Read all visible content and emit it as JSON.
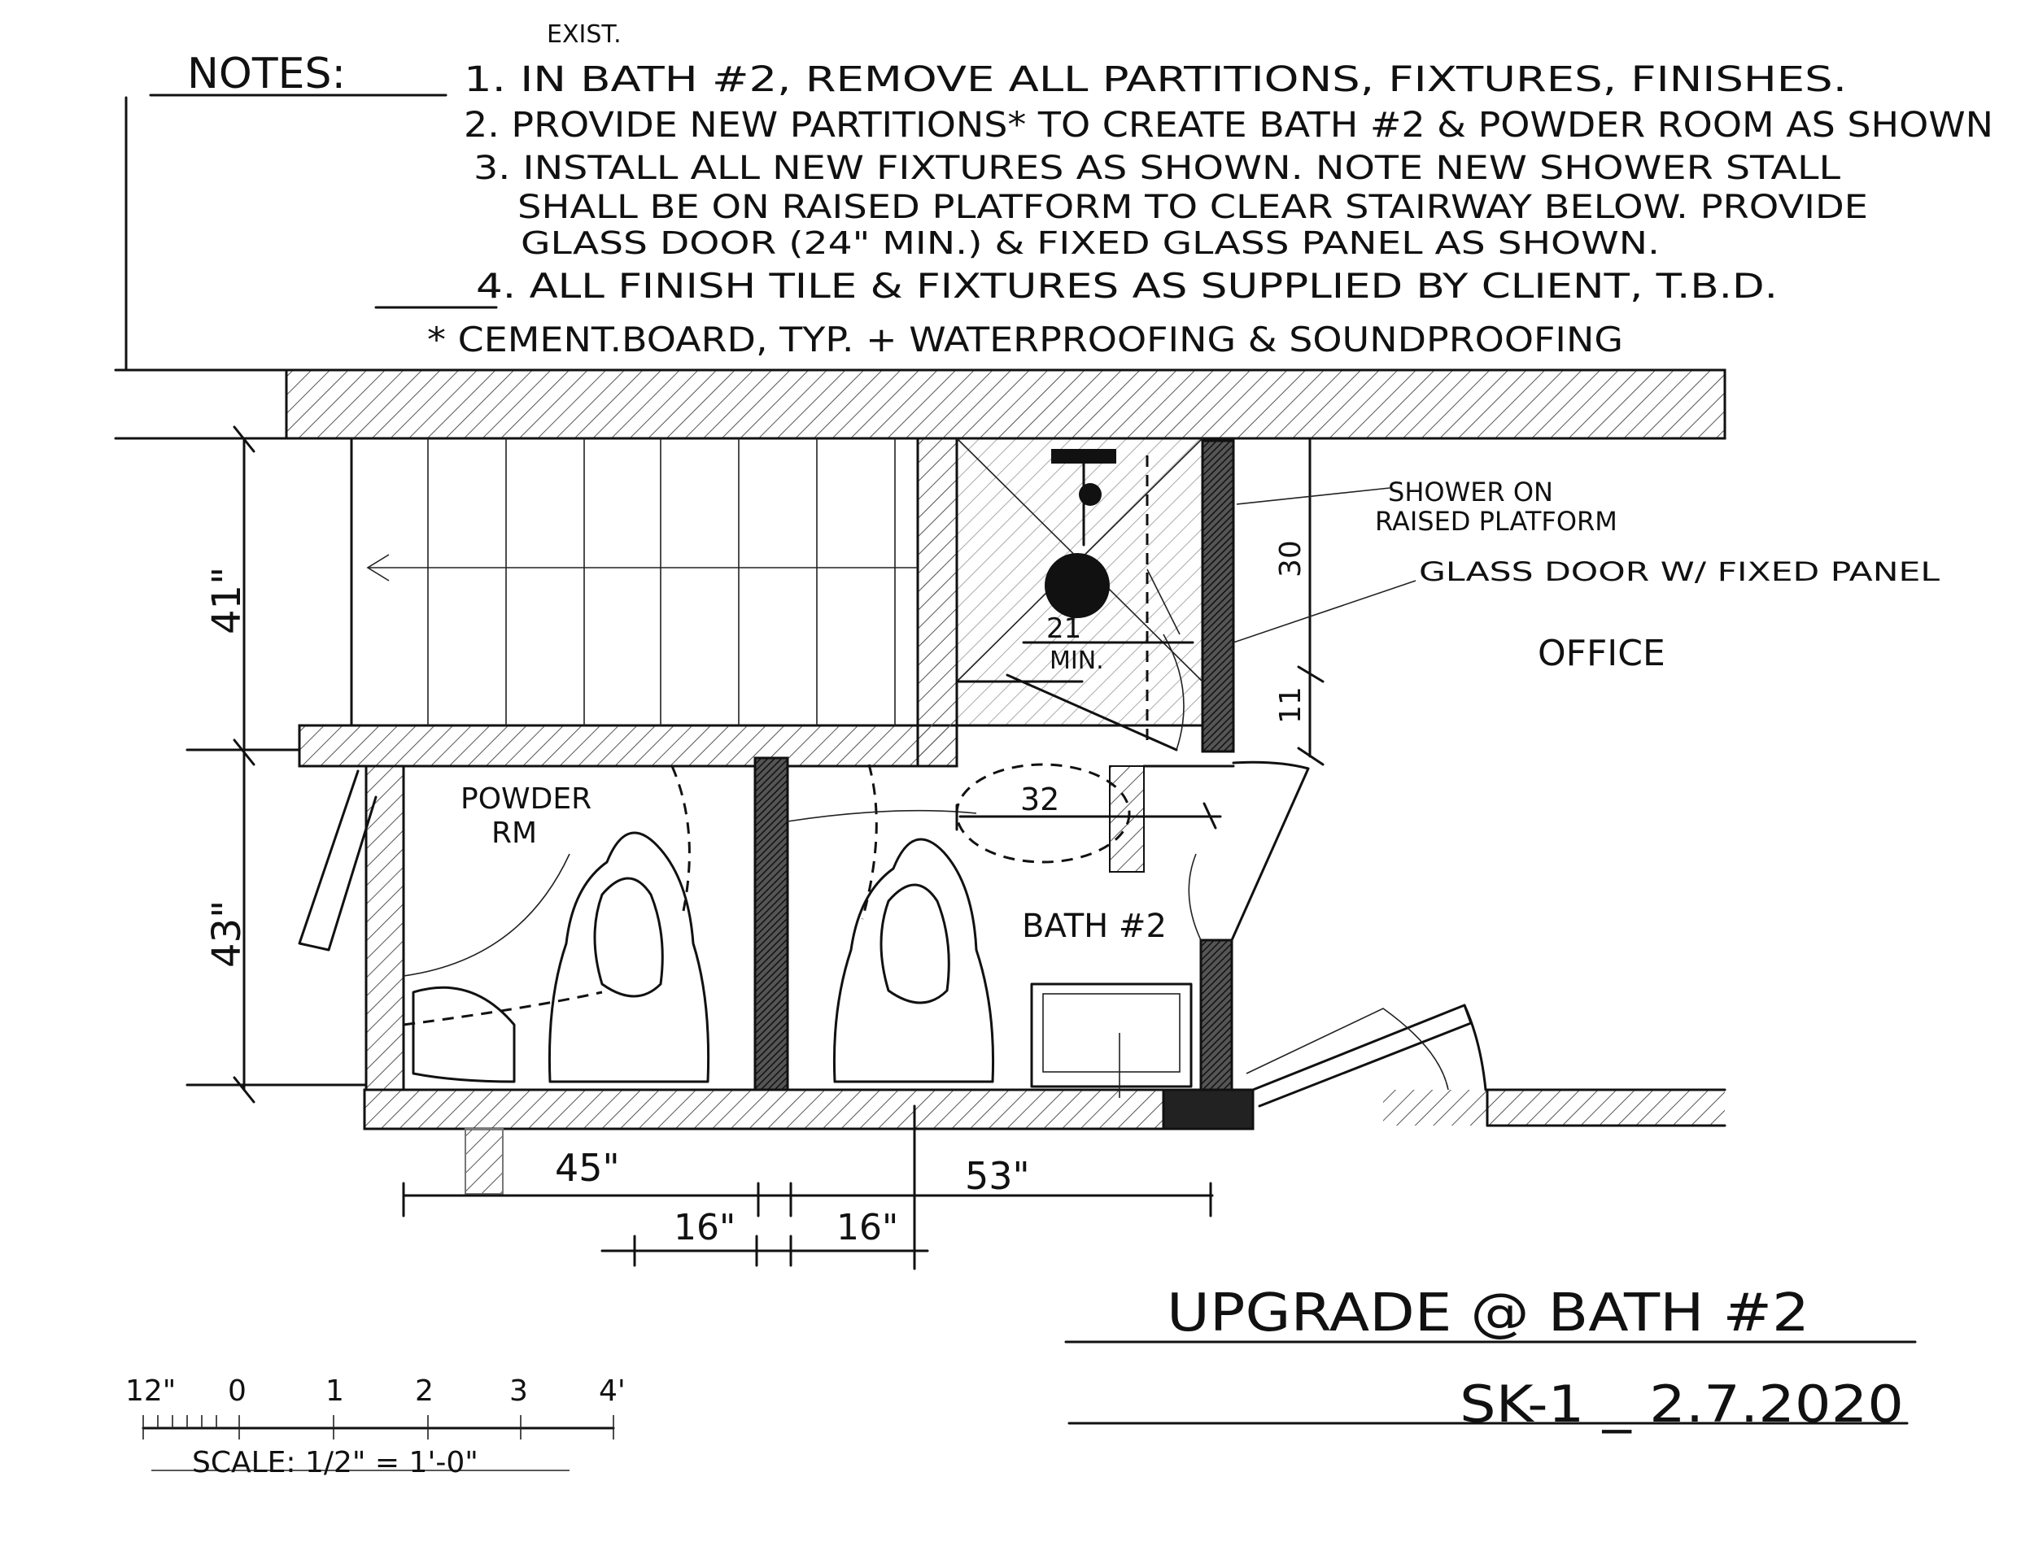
{
  "notes": {
    "heading": "NOTES:",
    "lines": [
      "1. IN BATH #2, REMOVE ALL PARTITIONS, FIXTURES, FINISHES.",
      "2. PROVIDE NEW PARTITIONS* TO CREATE BATH #2 & POWDER ROOM AS SHOWN",
      "3. INSTALL ALL NEW FIXTURES AS SHOWN. NOTE NEW SHOWER STALL",
      "SHALL BE ON RAISED PLATFORM TO CLEAR STAIRWAY BELOW. PROVIDE",
      "GLASS DOOR (24\" MIN.) & FIXED GLASS PANEL AS SHOWN.",
      "4. ALL FINISH TILE & FIXTURES AS SUPPLIED BY CLIENT, T.B.D."
    ],
    "insert": "EXIST.",
    "footnote": "* CEMENT.BOARD, TYP. + WATERPROOFING & SOUNDPROOFING"
  },
  "rooms": {
    "powder": [
      "POWDER",
      "RM"
    ],
    "bath": "BATH #2",
    "office": "OFFICE"
  },
  "callouts": {
    "shower": [
      "SHOWER ON",
      "RAISED PLATFORM"
    ],
    "glass": "GLASS DOOR W/ FIXED PANEL"
  },
  "dims": {
    "d41": "41\"",
    "d43": "43\"",
    "d30": "30",
    "d11": "11",
    "d21": "21",
    "dmin": "MIN.",
    "d32": "32",
    "d45": "45\"",
    "d53": "53\"",
    "d16a": "16\"",
    "d16b": "16\""
  },
  "title": {
    "main": "UPGRADE @ BATH #2",
    "sheet": "SK-1 _ 2.7.2020"
  },
  "scale": {
    "ticks": [
      "12\"",
      "0",
      "1",
      "2",
      "3",
      "4'"
    ],
    "label": "SCALE: 1/2\" = 1'-0\""
  },
  "colors": {
    "ink": "#111111",
    "hatch": "#555555",
    "partition": "#3a3a3a"
  }
}
